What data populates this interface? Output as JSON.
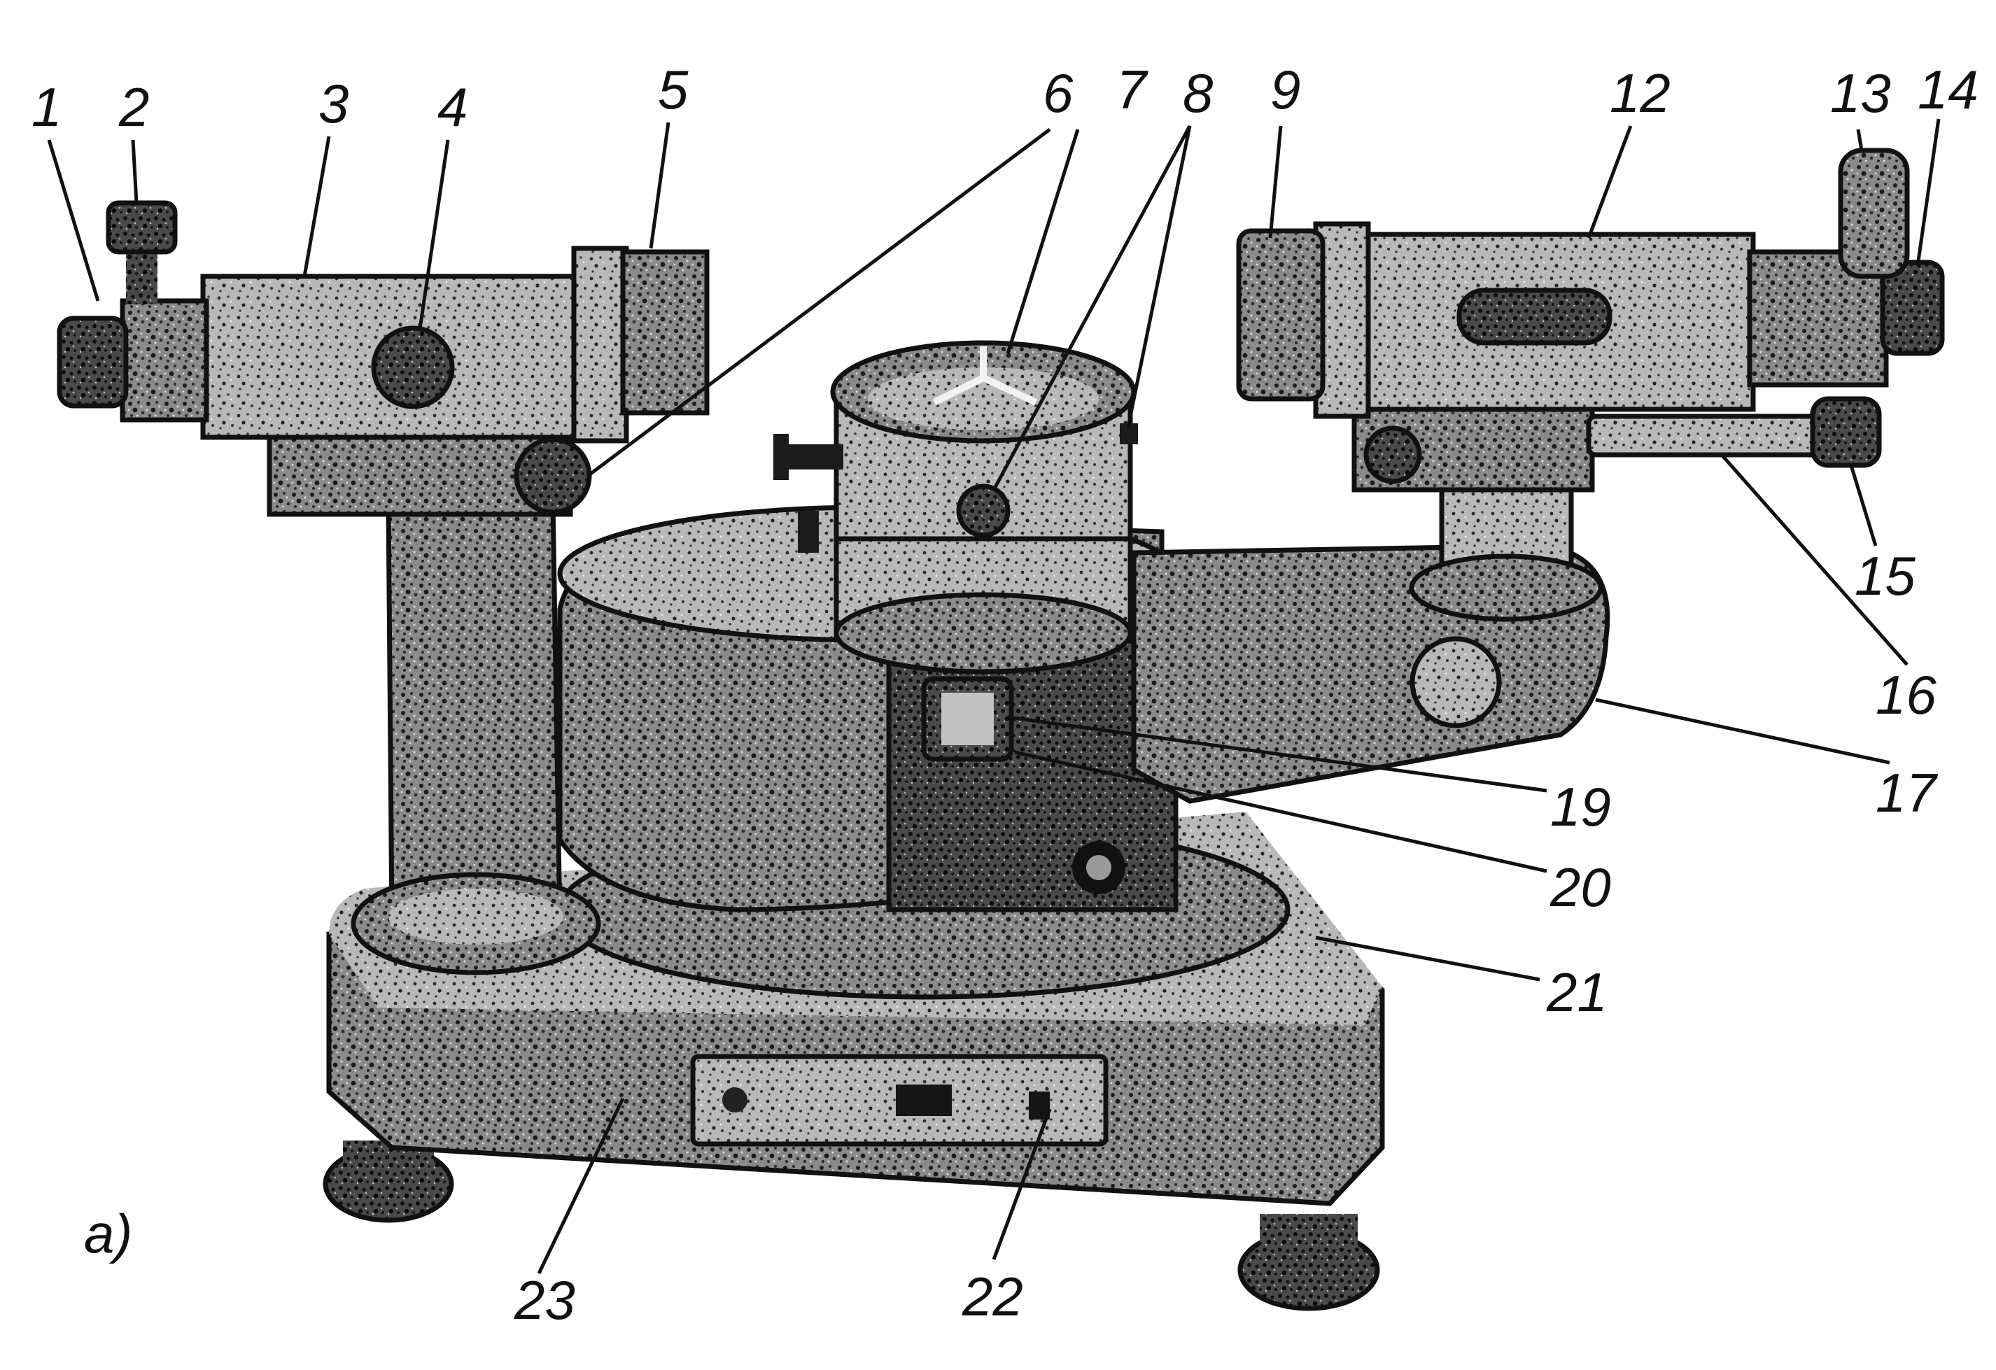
{
  "figure": {
    "panel_label": "a)",
    "part_labels": [
      "1",
      "2",
      "3",
      "4",
      "5",
      "6",
      "7",
      "8",
      "9",
      "12",
      "13",
      "14",
      "15",
      "16",
      "17",
      "19",
      "20",
      "21",
      "22",
      "23"
    ]
  },
  "colors": {
    "ink": "#111111",
    "metal_dark": "#3a3a3a",
    "metal_mid": "#6f6f6f",
    "metal_light": "#a9a9a9",
    "background": "#ffffff"
  }
}
